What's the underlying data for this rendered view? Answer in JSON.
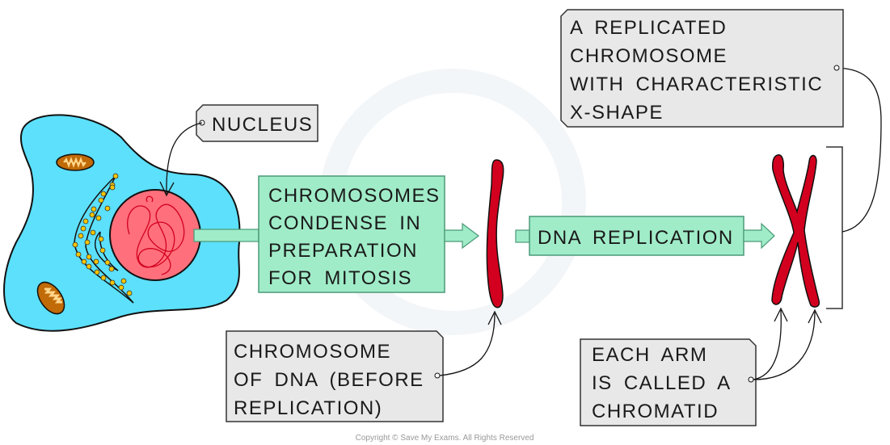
{
  "labels": {
    "nucleus": "NUCLEUS",
    "replicated": [
      "A REPLICATED",
      "CHROMOSOME",
      "WITH CHARACTERISTIC",
      "X-SHAPE"
    ],
    "condense": [
      "CHROMOSOMES",
      "CONDENSE IN",
      "PREPARATION",
      "FOR MITOSIS"
    ],
    "dna_replication": "DNA REPLICATION",
    "chromosome_dna": [
      "CHROMOSOME",
      "OF DNA (BEFORE",
      "REPLICATION)"
    ],
    "chromatid": [
      "EACH ARM",
      "IS CALLED A",
      "CHROMATID"
    ]
  },
  "copyright": "Copyright © Save My Exams. All Rights Reserved",
  "colors": {
    "cytoplasm": "#5ce0fc",
    "nucleus": "#ff6f7c",
    "chromosome": "#d2001e",
    "process_box": "#a0ecc8",
    "label_box": "#e8e8e8",
    "mitochondria": "#c06a08",
    "ribosome": "#f5c400"
  }
}
